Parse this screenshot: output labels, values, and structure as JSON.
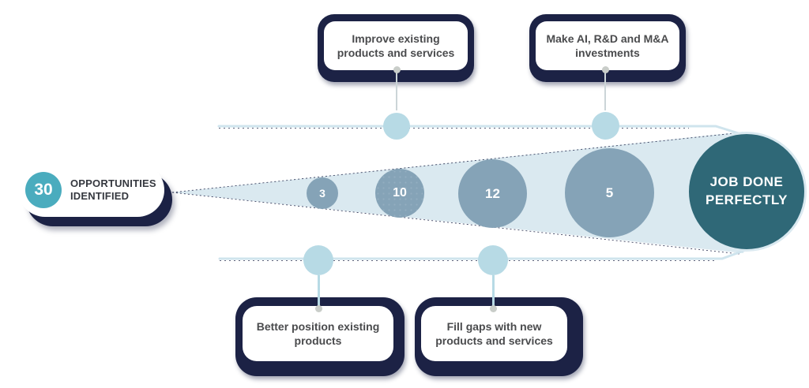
{
  "pill": {
    "count": "30",
    "label": "OPPORTUNITIES IDENTIFIED"
  },
  "callouts": {
    "top_left": {
      "text": "Improve existing products and services"
    },
    "top_right": {
      "text": "Make AI, R&D and M&A investments"
    },
    "bottom_left": {
      "text": "Better position existing products"
    },
    "bottom_right": {
      "text": "Fill gaps with new products and services"
    }
  },
  "funnel": {
    "stages": [
      {
        "value": "3"
      },
      {
        "value": "10"
      },
      {
        "value": "12"
      },
      {
        "value": "5"
      }
    ],
    "result": {
      "text": "JOB DONE PERFECTLY"
    }
  },
  "colors": {
    "navy": "#1c2245",
    "teal_badge": "#4aacbe",
    "result_teal": "#2f6877",
    "funnel_fill": "#dae9f0",
    "stage_circle": "#85a3b7",
    "node_circle": "#b7dae5",
    "line_light": "#cfe4ed",
    "callout_text": "#4a4b4d"
  }
}
